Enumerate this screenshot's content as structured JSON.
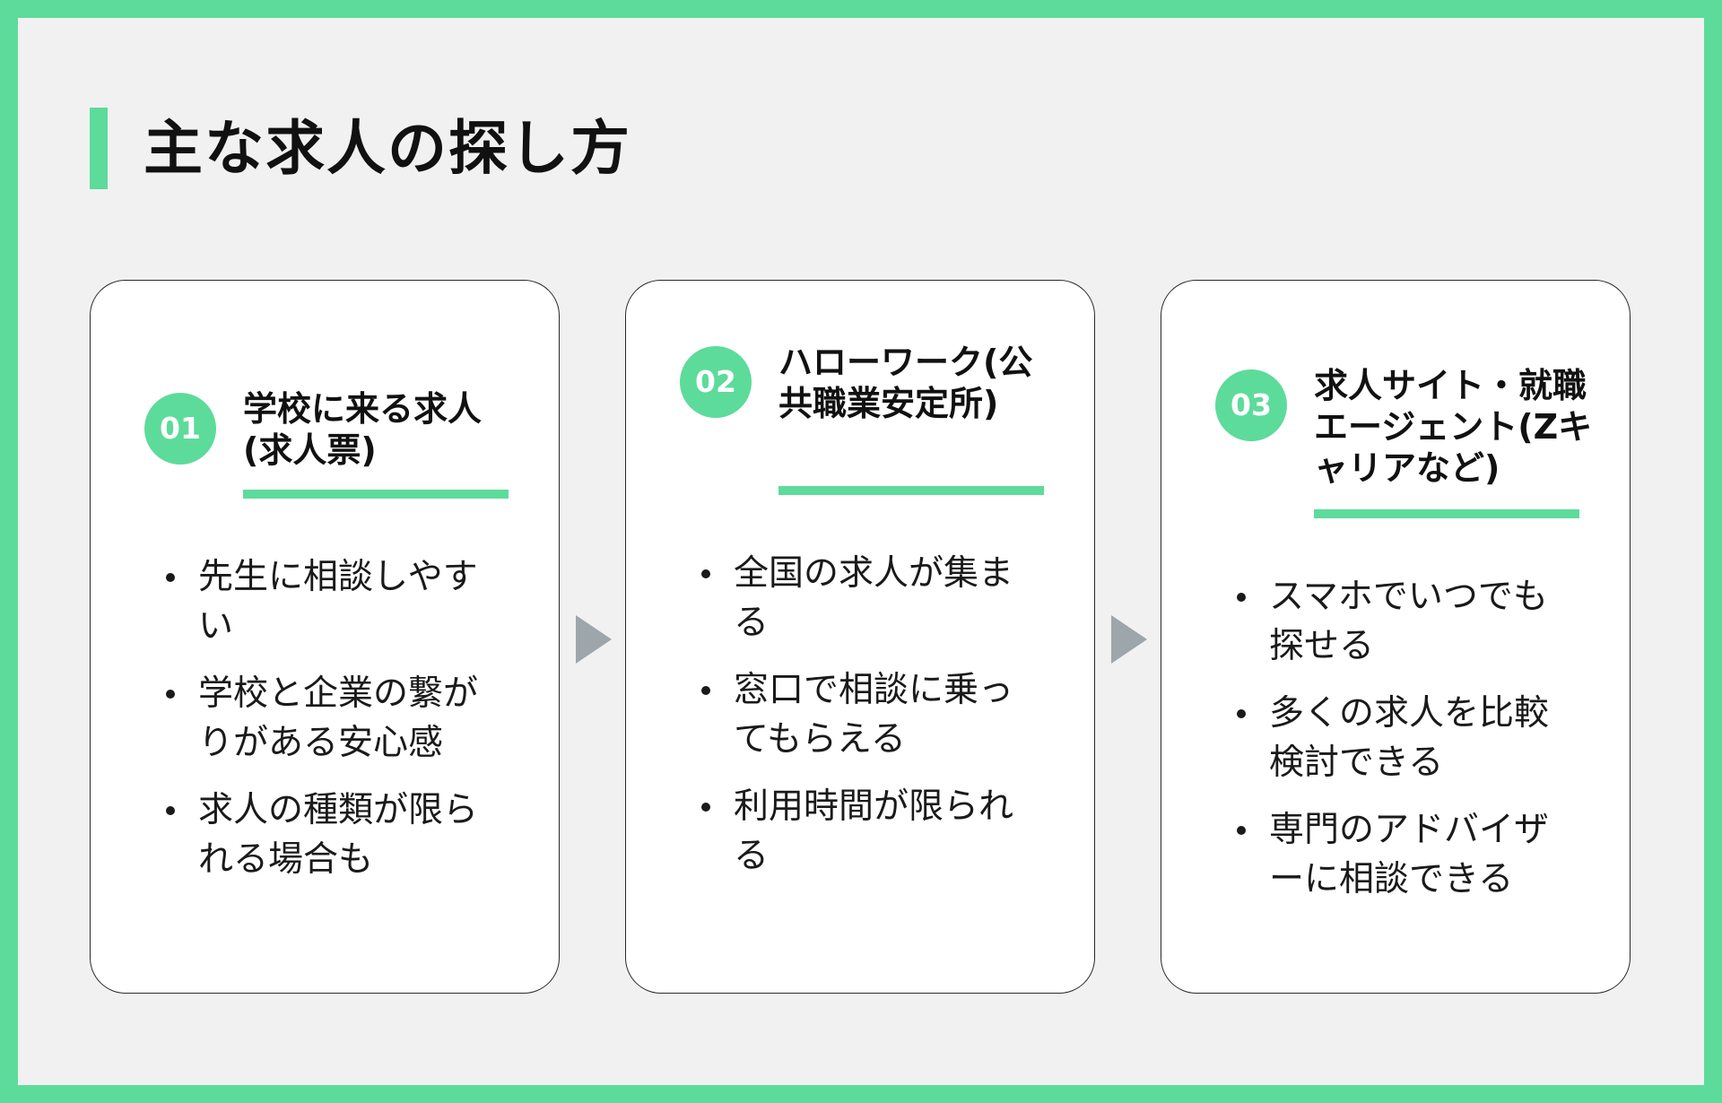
{
  "title": "主な求人の探し方",
  "cards": [
    {
      "number": "01",
      "heading": "学校に来る求人(求人票)",
      "items": [
        "先生に相談しやすい",
        "学校と企業の繋がりがある安心感",
        "求人の種類が限られる場合も"
      ]
    },
    {
      "number": "02",
      "heading": "ハローワーク(公共職業安定所)",
      "items": [
        "全国の求人が集まる",
        "窓口で相談に乗ってもらえる",
        "利用時間が限られる"
      ]
    },
    {
      "number": "03",
      "heading": "求人サイト・就職エージェント(Zキャリアなど)",
      "items": [
        "スマホでいつでも探せる",
        "多くの求人を比較検討できる",
        "専門のアドバイザーに相談できる"
      ]
    }
  ],
  "colors": {
    "accent": "#5ddb9b",
    "background": "#f1f1f1",
    "arrow": "#9da6ab"
  },
  "icons": {
    "arrow": "triangle-right-icon",
    "bullet": "bullet-dot-icon"
  }
}
